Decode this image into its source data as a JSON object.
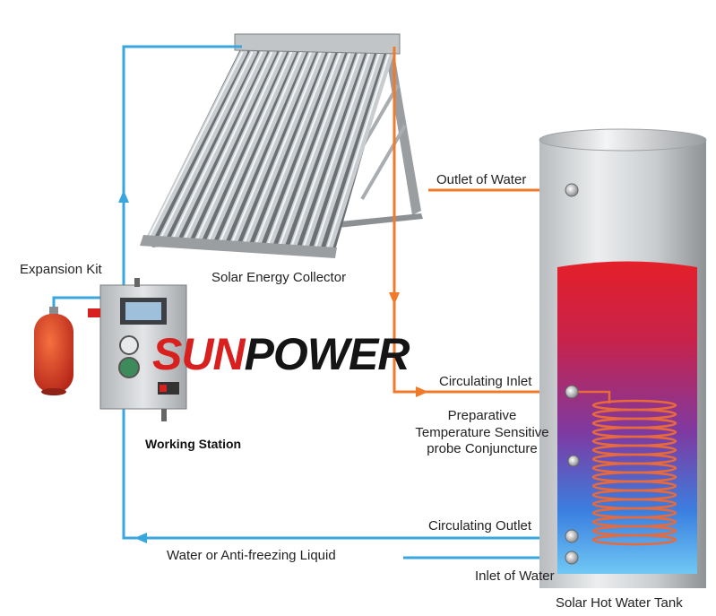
{
  "labels": {
    "expansion_kit": "Expansion Kit",
    "solar_collector": "Solar Energy Collector",
    "working_station": "Working Station",
    "outlet_of_water": "Outlet of Water",
    "circulating_inlet": "Circulating Inlet",
    "probe_line1": "Preparative",
    "probe_line2": "Temperature Sensitive",
    "probe_line3": "probe Conjuncture",
    "circulating_outlet": "Circulating Outlet",
    "liquid": "Water or Anti-freezing Liquid",
    "inlet_of_water": "Inlet of Water",
    "tank": "Solar Hot Water Tank"
  },
  "brand": {
    "part1": "SUN",
    "part2": "POWER"
  },
  "colors": {
    "cold_pipe": "#3aa6de",
    "hot_pipe": "#f07a2a",
    "brand_red": "#d8201f",
    "brand_dark": "#151515",
    "tank_hot": "#e21a2a",
    "tank_mid": "#7a3aa0",
    "tank_cold": "#2b8fe6"
  }
}
